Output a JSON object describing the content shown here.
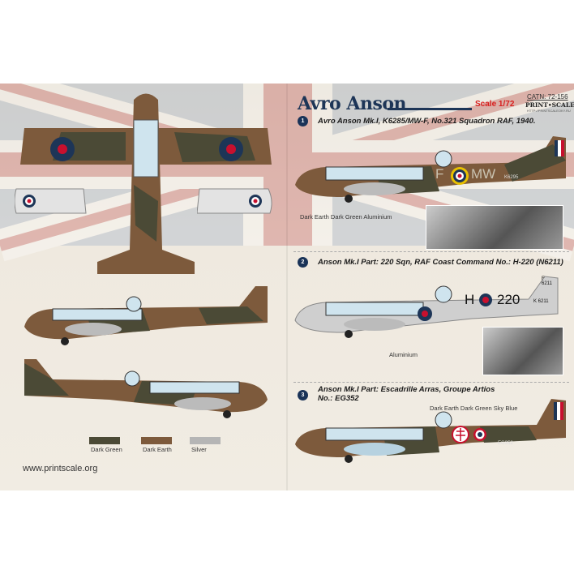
{
  "header": {
    "title": "Avro Anson",
    "scale": "Scale 1/72",
    "catalog": "CATN: 72-156",
    "brand": "PRINT•SCALE",
    "brand_url": "HTTP://PRINTSCALEOKY.RU"
  },
  "profiles": [
    {
      "number": "1",
      "caption": "Avro Anson Mk.I, K6285/MW-F, No.321 Squadron RAF, 1940.",
      "colors": "Dark Earth Dark Green  Aluminium",
      "markings": {
        "left": "F",
        "right": "MW",
        "serial": "K6295"
      }
    },
    {
      "number": "2",
      "caption": "Anson Mk.I Part: 220 Sqn, RAF Coast Command No.: H-220 (N6211)",
      "colors": "Aluminium",
      "markings": {
        "left": "H",
        "right": "220",
        "serial": "K 6211",
        "fin": "F 6211"
      }
    },
    {
      "number": "3",
      "caption_line1": "Anson Mk.I Part: Escadrille Arras, Groupe Artios",
      "caption_line2": "No.: EG352",
      "colors": "Dark Earth Dark Green  Sky Blue",
      "markings": {
        "serial": "EG352"
      }
    }
  ],
  "legend": [
    {
      "label": "Dark Green",
      "color": "#4b4a36"
    },
    {
      "label": "Dark Earth",
      "color": "#7d5a3c"
    },
    {
      "label": "Silver",
      "color": "#b5b5b5"
    }
  ],
  "footer": {
    "url": "www.printscale.org"
  }
}
